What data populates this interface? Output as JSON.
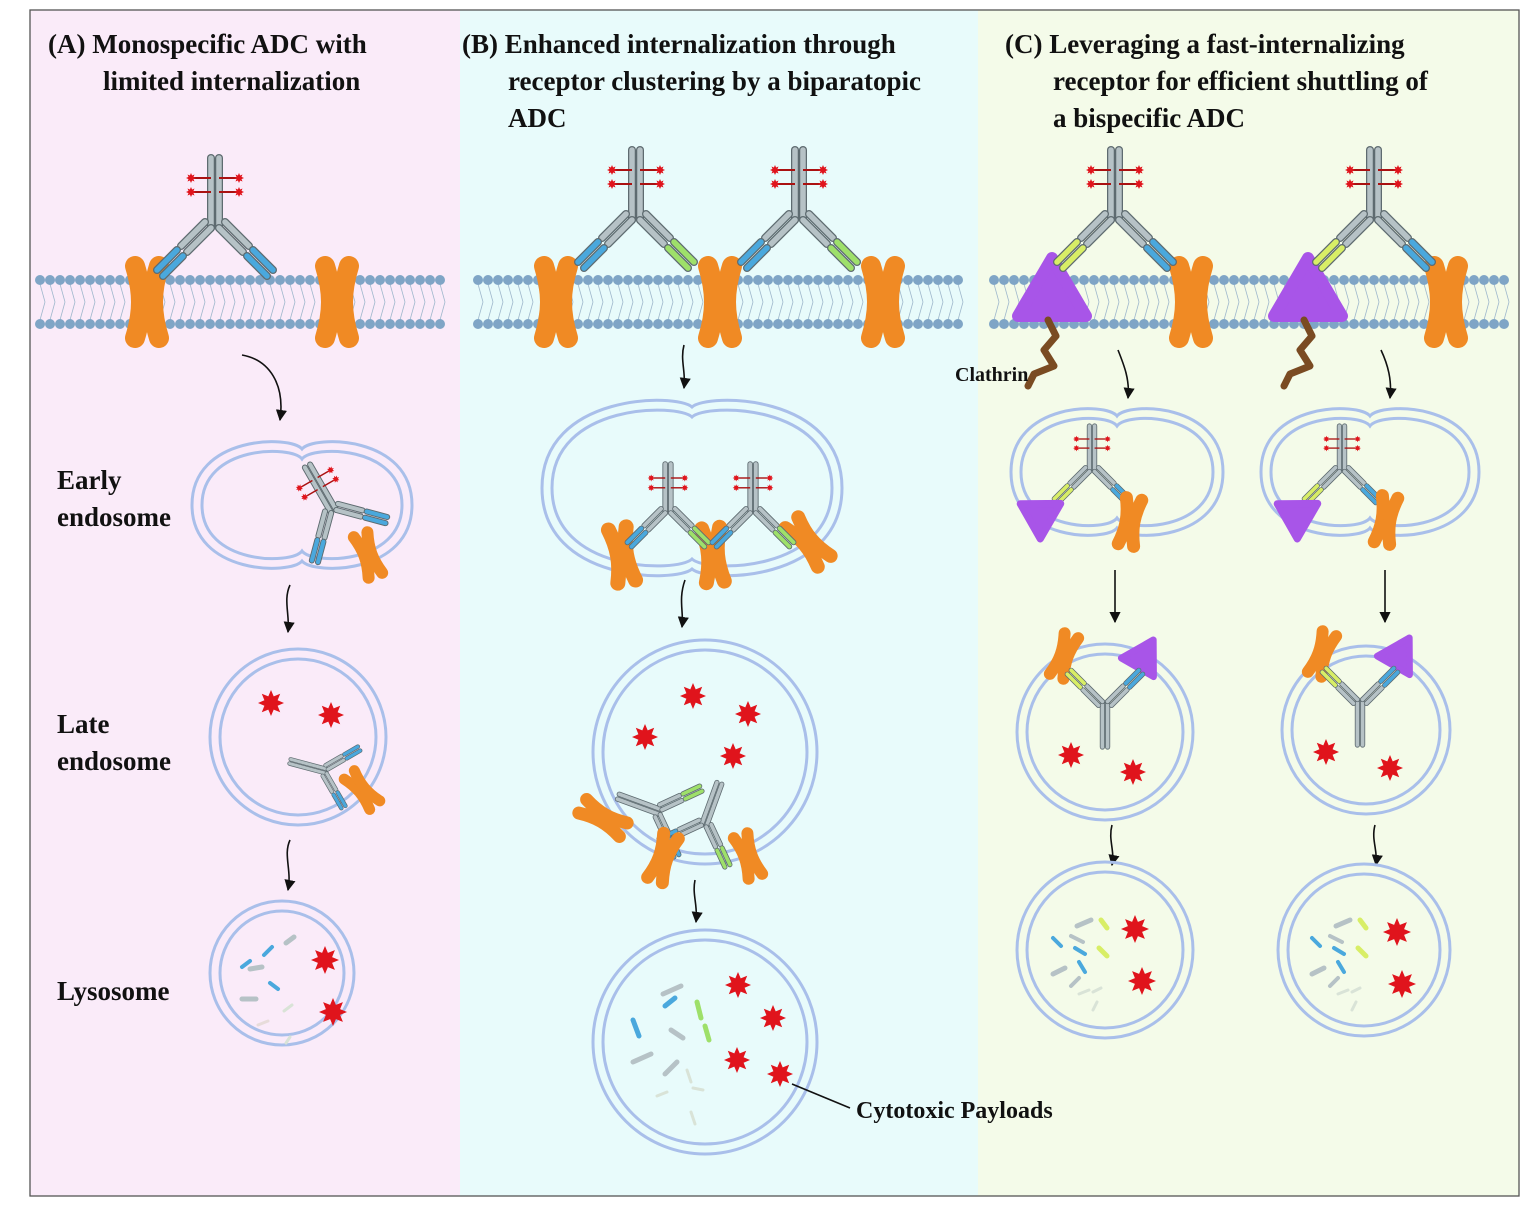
{
  "panels": [
    {
      "id": "A",
      "title_lines": [
        "(A) Monospecific ADC with",
        "limited internalization"
      ],
      "background": "#faebf9",
      "stage_labels": [
        {
          "lines": [
            "Early",
            "endosome"
          ]
        },
        {
          "lines": [
            "Late",
            "endosome"
          ]
        },
        {
          "lines": [
            "Lysosome"
          ]
        }
      ]
    },
    {
      "id": "B",
      "title_lines": [
        "(B) Enhanced internalization through",
        "receptor clustering by a biparatopic",
        "ADC"
      ],
      "background": "#e8fbfb"
    },
    {
      "id": "C",
      "title_lines": [
        "(C) Leveraging a fast-internalizing",
        "receptor for efficient shuttling of",
        "a bispecific ADC"
      ],
      "background": "#f4fbe9"
    }
  ],
  "labels": {
    "clathrin": "Clathrin",
    "cytotoxic_payloads": "Cytotoxic Payloads"
  },
  "colors": {
    "receptor": "#f08a24",
    "fast_receptor": "#a855e8",
    "clathrin": "#7a4b22",
    "payload": "#e0141c",
    "antibody": "#b6c2c6",
    "paratope_blue": "#4aa8dd",
    "paratope_green": "#9ee06a",
    "paratope_yellow": "#d8ee66",
    "membrane_bead": "#7fa5c6",
    "vesicle": "#a9bfea"
  }
}
